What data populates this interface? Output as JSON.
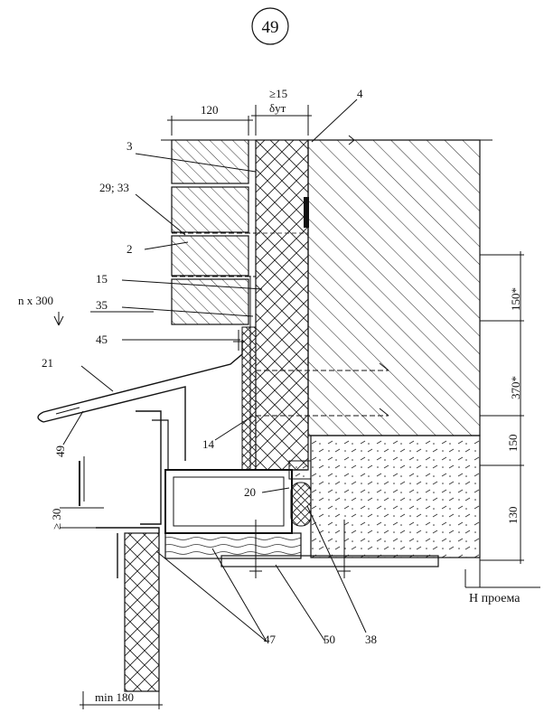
{
  "sheet": {
    "number": "49"
  },
  "dimensions": {
    "brick_width": "120",
    "gap_min": "≥15",
    "insulation": "δут",
    "top_spacing": "150*",
    "anchor_spacing": "370*",
    "lower_zone": "150",
    "bottom_zone": "130",
    "step": "n x 300",
    "overlap": "≥ 30",
    "min_width": "min 180",
    "opening_level": "Н проема"
  },
  "callouts": {
    "c3": "3",
    "c4": "4",
    "c29_33": "29; 33",
    "c2": "2",
    "c15": "15",
    "c35": "35",
    "c45": "45",
    "c21": "21",
    "c49": "49",
    "c14": "14",
    "c20": "20",
    "c47": "47",
    "c50": "50",
    "c38": "38"
  }
}
